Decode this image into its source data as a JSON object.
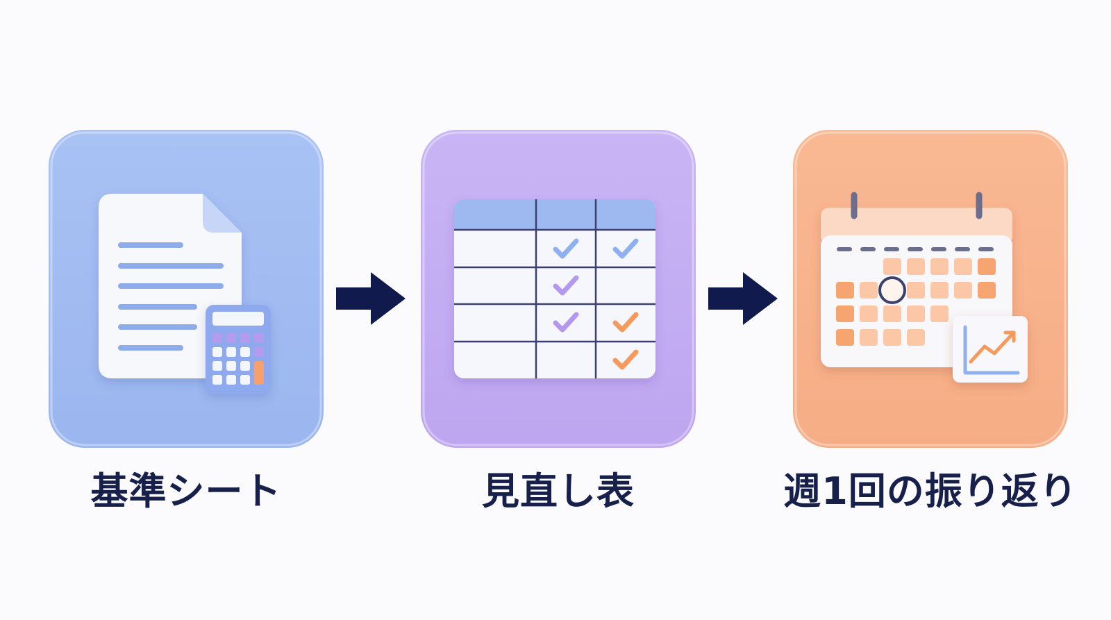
{
  "steps": [
    {
      "label": "基準シート",
      "icon": "document-calculator-icon"
    },
    {
      "label": "見直し表",
      "icon": "checklist-table-icon"
    },
    {
      "label": "週1回の振り返り",
      "icon": "calendar-trend-icon"
    }
  ],
  "connector_icon": "right-arrow-icon",
  "colors": {
    "tile_blue": "#a3bdf2",
    "tile_purple": "#c5b0f3",
    "tile_orange": "#f8b28c",
    "arrow": "#101a4d",
    "label_text": "#16204a",
    "check_blue": "#8fb0ee",
    "check_purple": "#b497ee",
    "check_orange": "#f59a5c"
  }
}
